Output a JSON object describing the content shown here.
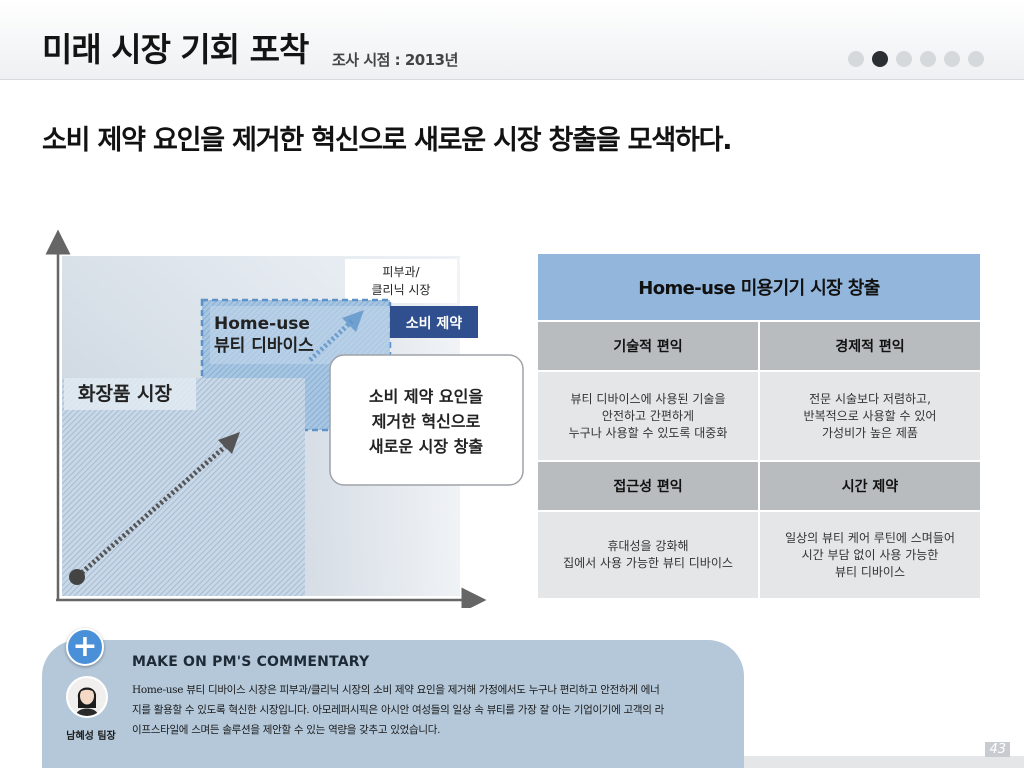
{
  "header": {
    "title": "미래 시장 기회 포착",
    "survey_date": "조사 시점 : 2013년",
    "pagination": {
      "total": 6,
      "active_index": 1
    }
  },
  "headline": "소비 제약 요인을 제거한 혁신으로 새로운 시장 창출을 모색하다.",
  "diagram": {
    "clinic_label_line1": "피부과/",
    "clinic_label_line2": "클리닉 시장",
    "constraint_label": "소비 제약",
    "home_use_line1": "Home-use",
    "home_use_line2": "뷰티 디바이스",
    "cosmetics_label": "화장품 시장",
    "innovation_line1": "소비 제약 요인을",
    "innovation_line2": "제거한 혁신으로",
    "innovation_line3": "새로운 시장 창출"
  },
  "table": {
    "title": "Home-use 미용기기 시장 창출",
    "cells": [
      {
        "header": "기술적 편익",
        "lines": [
          "뷰티 디바이스에 사용된 기술을",
          "안전하고 간편하게",
          "누구나 사용할 수 있도록 대중화"
        ]
      },
      {
        "header": "경제적 편익",
        "lines": [
          "전문 시술보다 저렴하고,",
          "반복적으로 사용할 수 있어",
          "가성비가 높은 제품"
        ]
      },
      {
        "header": "접근성 편익",
        "lines": [
          "휴대성을 강화해",
          "집에서 사용 가능한 뷰티 디바이스"
        ]
      },
      {
        "header": "시간 제약",
        "lines": [
          "일상의 뷰티 케어 루틴에 스며들어",
          "시간 부담 없이 사용 가능한",
          "뷰티 디바이스"
        ]
      }
    ]
  },
  "commentary": {
    "title": "MAKE ON PM'S COMMENTARY",
    "lines": [
      "Home-use 뷰티 디바이스 시장은 피부과/클리닉 시장의 소비 제약 요인을 제거해 가정에서도 누구나 편리하고 안전하게 에너",
      "지를 활용할 수 있도록 혁신한 시장입니다. 아모레퍼시픽은 아시안 여성들의 일상 속 뷰티를 가장 잘 아는 기업이기에 고객의 라",
      "이프스타일에 스며든 솔루션을 제안할 수 있는 역량을 갖추고 있었습니다."
    ],
    "author": "남혜성 팀장"
  },
  "page_number": "43",
  "colors": {
    "accent_blue": "#4a90d9",
    "table_header_blue": "#93b7dc",
    "constraint_navy": "#2f4f8f",
    "commentary_bg": "#b4c8da"
  },
  "icons": {
    "plus": "plus-icon",
    "avatar": "person-avatar-icon"
  }
}
